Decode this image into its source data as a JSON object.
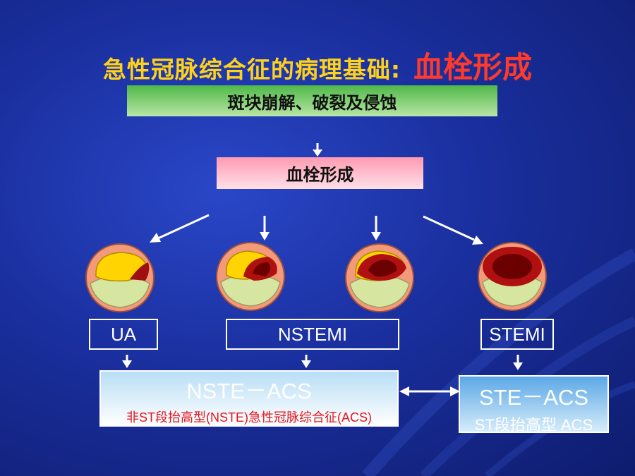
{
  "title": {
    "main": "急性冠脉综合征的病理基础:",
    "accent": "血栓形成"
  },
  "plaque_bar": "斑块崩解、破裂及侵蚀",
  "thrombus_box": "血栓形成",
  "labels": {
    "ua": "UA",
    "nstemi": "NSTEMI",
    "stemi": "STEMI"
  },
  "nste_acs": {
    "title": "NSTE－ACS",
    "subtitle": "非ST段抬高型(NSTE)急性冠脉综合征(ACS)"
  },
  "ste_acs": {
    "title": "STE－ACS",
    "subtitle": "ST段抬高型 ACS"
  },
  "colors": {
    "background": "#1a2f9e",
    "title": "#ffd21a",
    "accent": "#ff3a2a",
    "plaque": "#ffd700",
    "thrombus": "#8b0000"
  }
}
